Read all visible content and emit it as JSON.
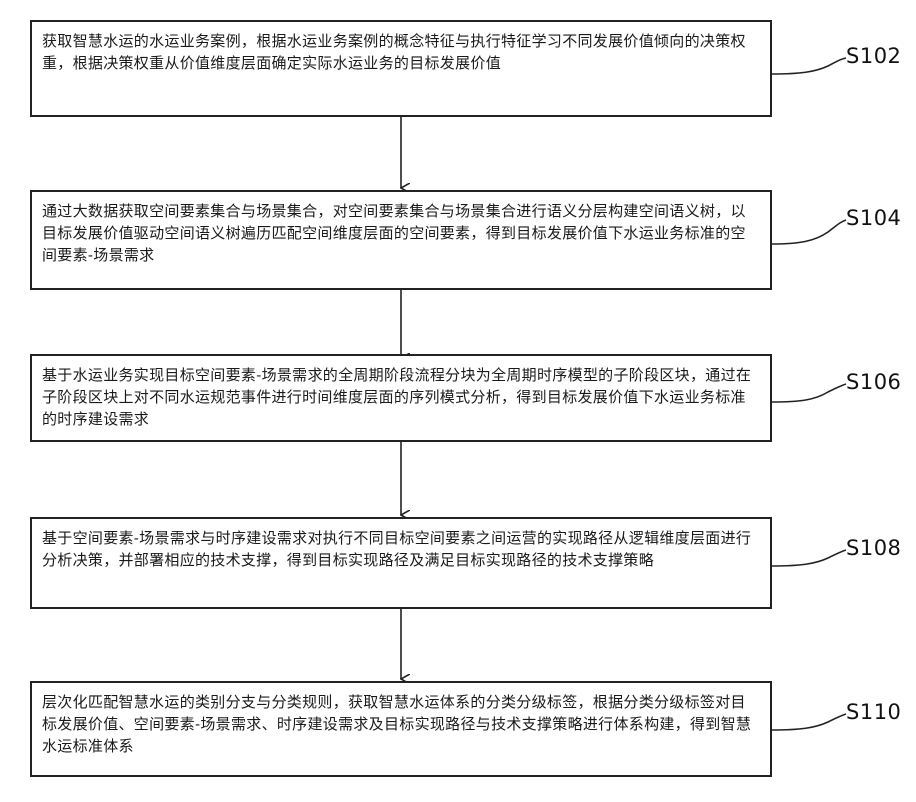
{
  "steps": [
    {
      "id": "S102",
      "label": "S102",
      "text": "获取智慧水运的水运业务案例，根据水运业务案例的概念特征与执行特征学习不同发展价值倾向的决策权重，根据决策权重从价值维度层面确定实际水运业务的目标发展价值"
    },
    {
      "id": "S104",
      "label": "S104",
      "text": "通过大数据获取空间要素集合与场景集合，对空间要素集合与场景集合进行语义分层构建空间语义树，以目标发展价值驱动空间语义树遍历匹配空间维度层面的空间要素，得到目标发展价值下水运业务标准的空间要素-场景需求"
    },
    {
      "id": "S106",
      "label": "S106",
      "text": "基于水运业务实现目标空间要素-场景需求的全周期阶段流程分块为全周期时序模型的子阶段区块，通过在子阶段区块上对不同水运规范事件进行时间维度层面的序列模式分析，得到目标发展价值下水运业务标准的时序建设需求"
    },
    {
      "id": "S108",
      "label": "S108",
      "text": "基于空间要素-场景需求与时序建设需求对执行不同目标空间要素之间运营的实现路径从逻辑维度层面进行分析决策，并部署相应的技术支撑，得到目标实现路径及满足目标实现路径的技术支撑策略"
    },
    {
      "id": "S110",
      "label": "S110",
      "text": "层次化匹配智慧水运的类别分支与分类规则，获取智慧水运体系的分类分级标签，根据分类分级标签对目标发展价值、空间要素-场景需求、时序建设需求及目标实现路径与技术支撑策略进行体系构建，得到智慧水运标准体系"
    }
  ]
}
